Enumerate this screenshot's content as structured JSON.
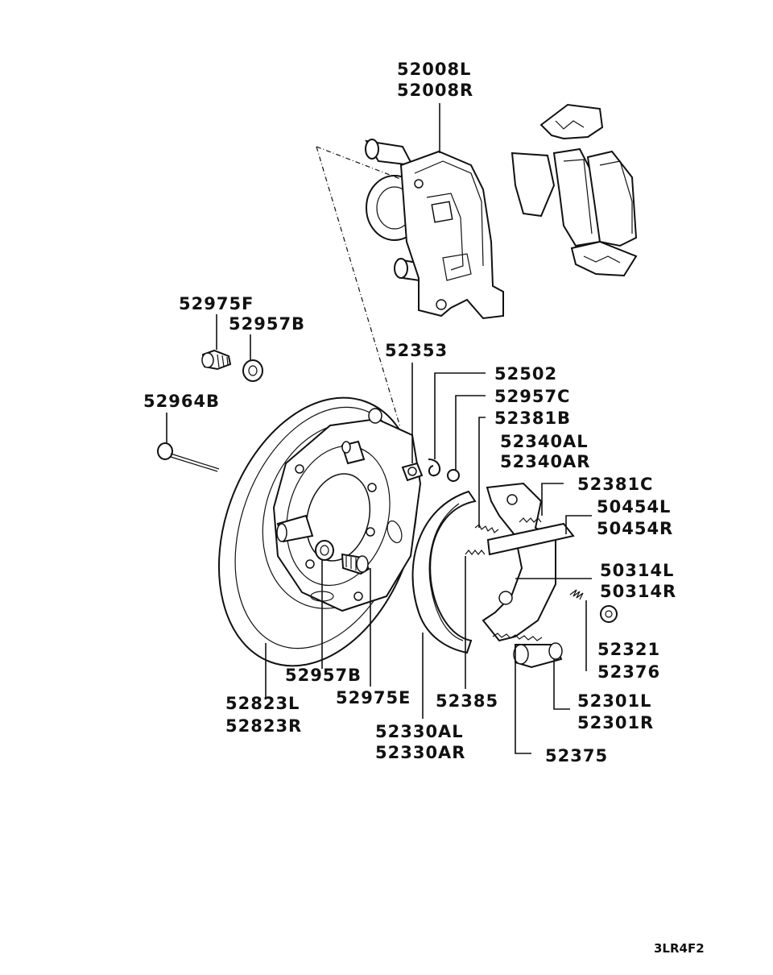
{
  "labels": {
    "l_52008L": "52008L",
    "l_52008R": "52008R",
    "l_52975F": "52975F",
    "l_52957B_top": "52957B",
    "l_52964B": "52964B",
    "l_52353": "52353",
    "l_52502": "52502",
    "l_52957C": "52957C",
    "l_52381B": "52381B",
    "l_52340AL": "52340AL",
    "l_52340AR": "52340AR",
    "l_52381C": "52381C",
    "l_50454L": "50454L",
    "l_50454R": "50454R",
    "l_50314L": "50314L",
    "l_50314R": "50314R",
    "l_52321": "52321",
    "l_52376": "52376",
    "l_52957B_bot": "52957B",
    "l_52975E": "52975E",
    "l_52385": "52385",
    "l_52301L": "52301L",
    "l_52301R": "52301R",
    "l_52823L": "52823L",
    "l_52823R": "52823R",
    "l_52330AL": "52330AL",
    "l_52330AR": "52330AR",
    "l_52375": "52375"
  },
  "diagram_code": "3LR4F2"
}
